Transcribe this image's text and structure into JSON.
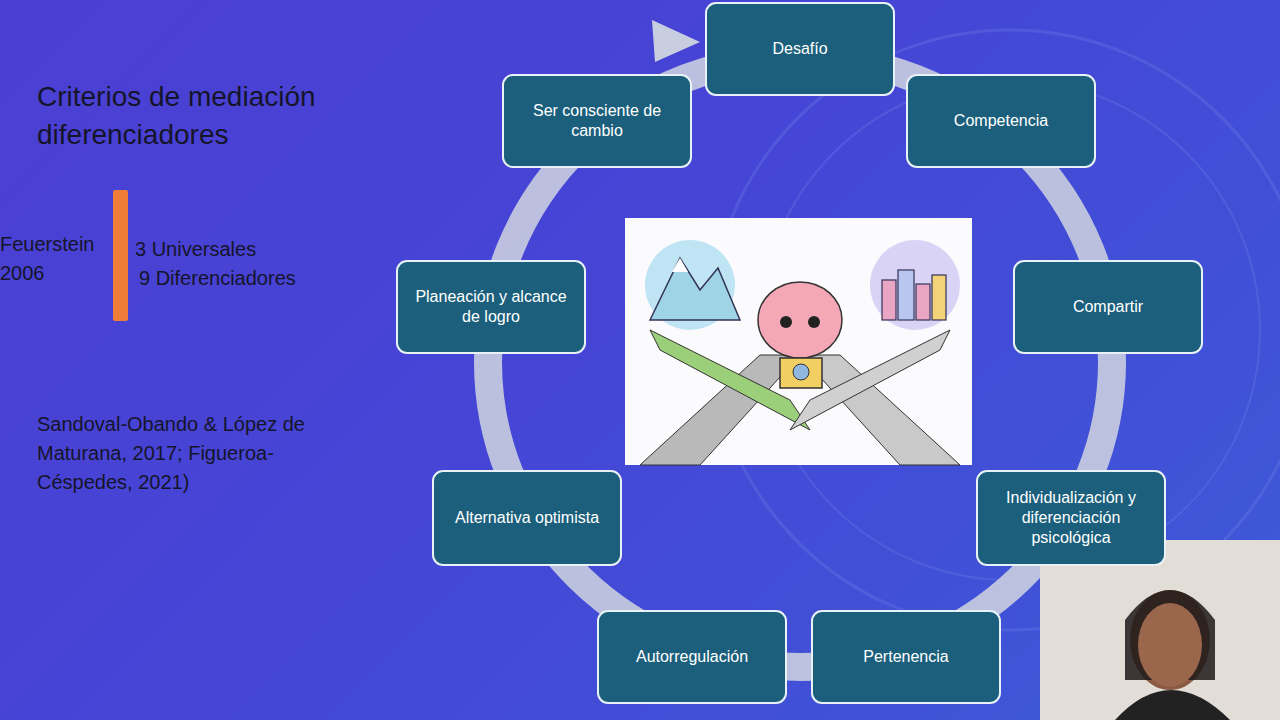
{
  "diagram": {
    "title": "Criterios de mediación diferenciadores",
    "nodes": [
      {
        "text": [
          "Desafío"
        ]
      },
      {
        "text": [
          "Competencia"
        ]
      },
      {
        "text": [
          "Compartir"
        ]
      },
      {
        "text": [
          "Individualización y diferenciación psicológica"
        ]
      },
      {
        "text": [
          "Pertenencia"
        ]
      },
      {
        "text": [
          "Autorregulación"
        ]
      },
      {
        "text": [
          "Alternativa optimista"
        ]
      },
      {
        "text": [
          "Planeación y alcance de logro"
        ]
      },
      {
        "text": [
          "Ser consciente de cambio"
        ]
      }
    ],
    "labels": [
      "Feuerstein 2006",
      "3 Universales",
      "9 Diferenciadores",
      "Sandoval-Obando & López de Maturana, 2017; Figueroa-Céspedes, 2021)"
    ]
  }
}
